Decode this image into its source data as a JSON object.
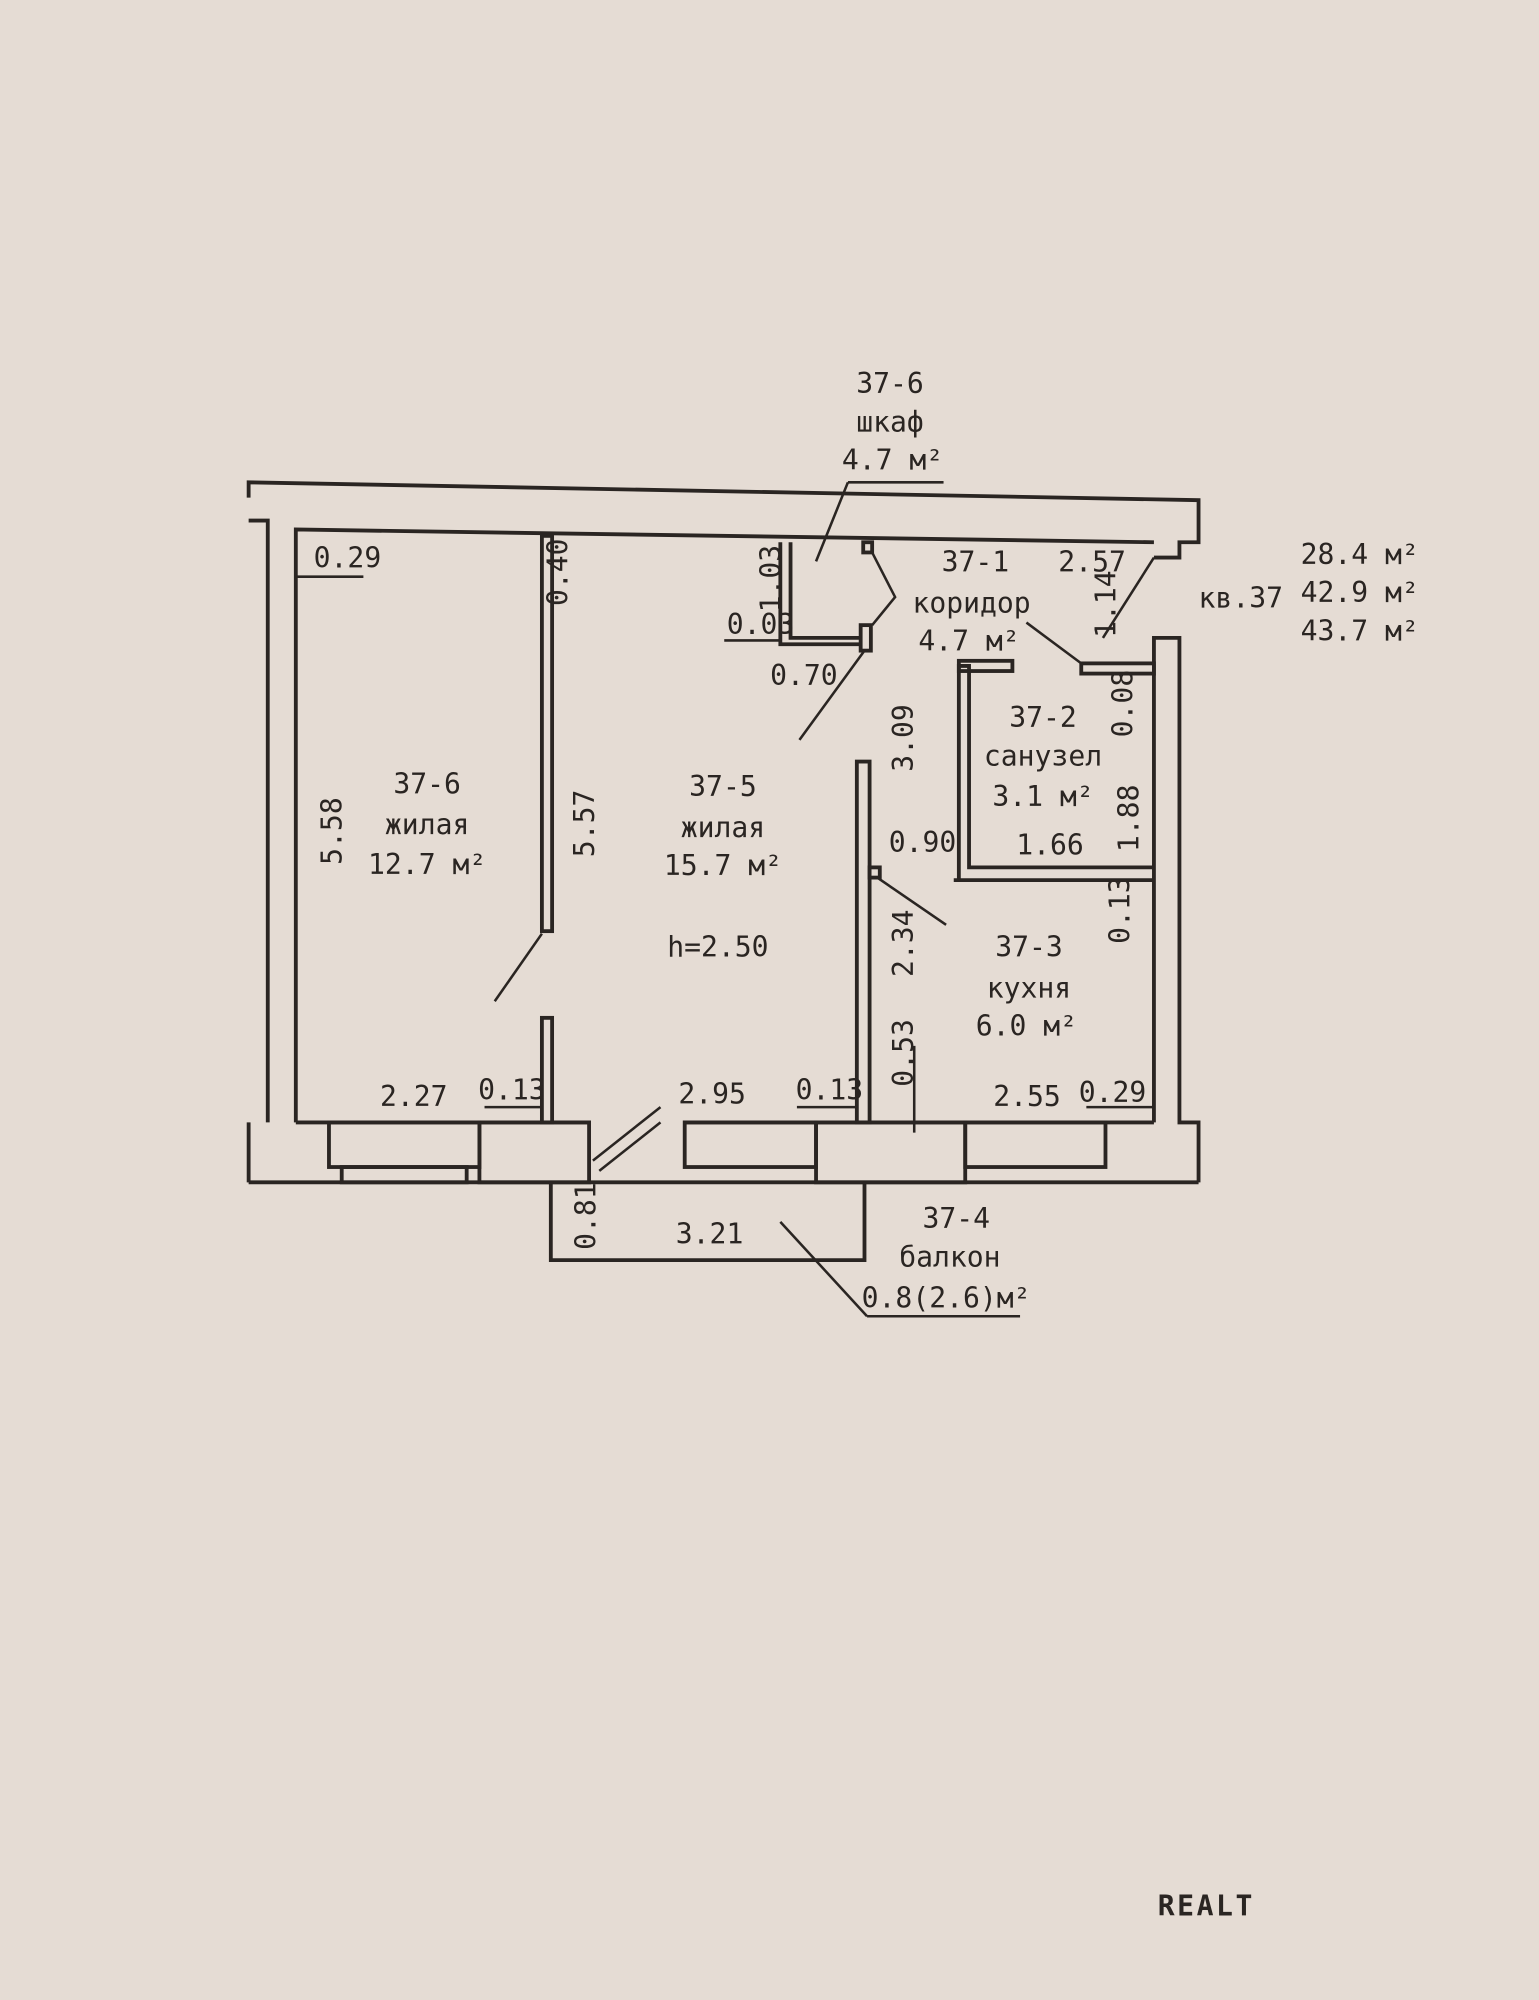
{
  "rooms": {
    "closet": {
      "id": "37-6",
      "name": "шкаф",
      "area": "4.7 м²"
    },
    "corridor": {
      "id": "37-1",
      "name": "коридор",
      "area": "4.7 м²"
    },
    "bathroom": {
      "id": "37-2",
      "name": "санузел",
      "area": "3.1 м²"
    },
    "kitchen": {
      "id": "37-3",
      "name": "кухня",
      "area": "6.0 м²"
    },
    "balcony": {
      "id": "37-4",
      "name": "балкон",
      "area": "0.8(2.6)м²"
    },
    "living_large": {
      "id": "37-5",
      "name": "жилая",
      "area": "15.7 м²"
    },
    "living_small": {
      "id": "37-6",
      "name": "жилая",
      "area": "12.7 м²"
    }
  },
  "ceiling_height": "h=2.50",
  "apartment": {
    "label": "кв.37",
    "areas": [
      "28.4 м²",
      "42.9 м²",
      "43.7 м²"
    ]
  },
  "dimensions": {
    "d029_top": "0.29",
    "d040": "0.40",
    "d103": "1.03",
    "d003": "0.03",
    "d070": "0.70",
    "d257": "2.57",
    "d114": "1.14",
    "d008": "0.08",
    "d309": "3.09",
    "d558": "5.58",
    "d557": "5.57",
    "d090": "0.90",
    "d166": "1.66",
    "d188": "1.88",
    "d013_right": "0.13",
    "d234": "2.34",
    "d227": "2.27",
    "d013_left": "0.13",
    "d295": "2.95",
    "d013_mid": "0.13",
    "d053": "0.53",
    "d255": "2.55",
    "d029_bottom": "0.29",
    "d081": "0.81",
    "d321": "3.21"
  },
  "watermark": "REALT"
}
